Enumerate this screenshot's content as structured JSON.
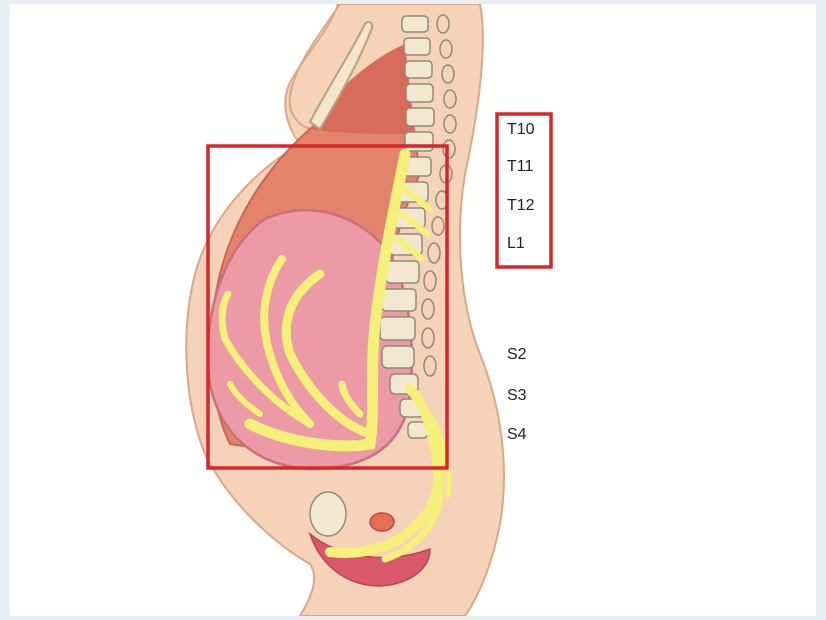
{
  "figure": {
    "highlight_color": "#d6282b",
    "nerve_color": "#f5f07a",
    "upper_group_labels": [
      "T10",
      "T11",
      "T12",
      "L1"
    ],
    "lower_group_labels": [
      "S2",
      "S3",
      "S4"
    ]
  }
}
